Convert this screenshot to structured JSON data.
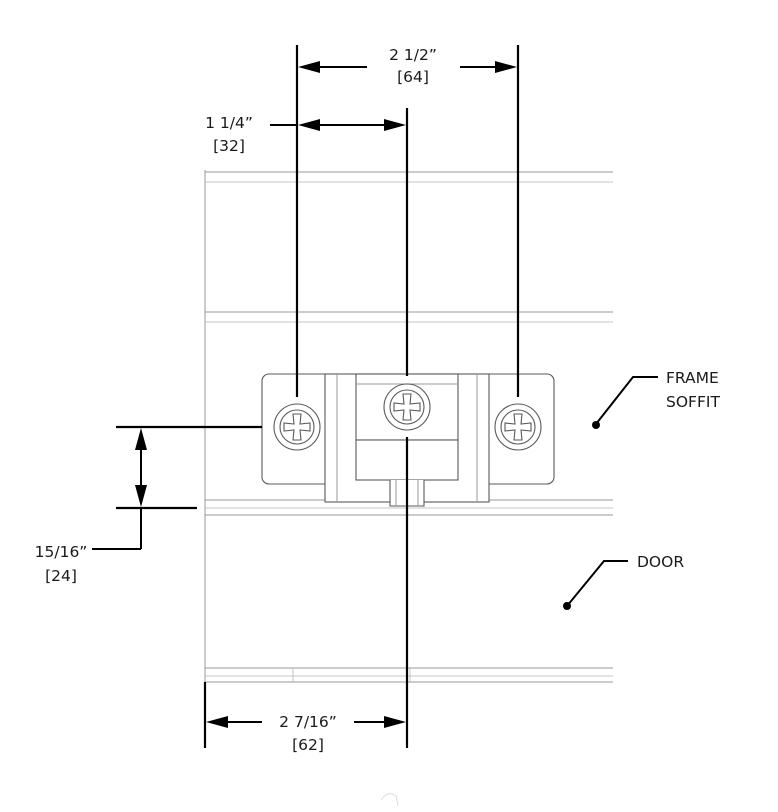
{
  "dimensions": {
    "screw_spacing": {
      "imperial": "2 1/2”",
      "metric": "[64]"
    },
    "center_offset": {
      "imperial": "1 1/4”",
      "metric": "[32]"
    },
    "screw_height": {
      "imperial": "15/16”",
      "metric": "[24]"
    },
    "door_edge_offset": {
      "imperial": "2 7/16”",
      "metric": "[62]"
    }
  },
  "callouts": {
    "frame_line1": "FRAME",
    "frame_line2": "SOFFIT",
    "door": "DOOR"
  }
}
